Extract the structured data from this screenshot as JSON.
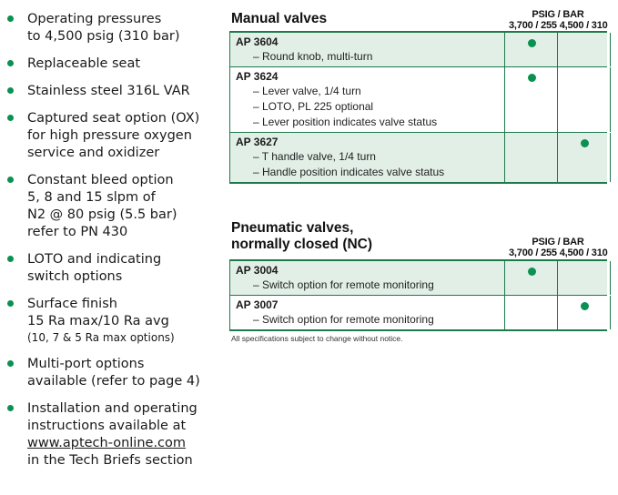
{
  "features": [
    {
      "lines": [
        "Operating pressures",
        "to 4,500 psig (310 bar)"
      ]
    },
    {
      "lines": [
        "Replaceable seat"
      ]
    },
    {
      "lines": [
        "Stainless steel 316L VAR"
      ]
    },
    {
      "lines": [
        "Captured seat option (OX)",
        "for high pressure oxygen",
        "service and oxidizer"
      ]
    },
    {
      "lines": [
        "Constant bleed option",
        "5, 8 and 15 slpm of",
        "N2 @ 80 psig (5.5 bar)",
        "refer to PN 430"
      ]
    },
    {
      "lines": [
        "LOTO and indicating",
        "switch options"
      ]
    },
    {
      "lines": [
        "Surface finish",
        "15 Ra max/10 Ra avg"
      ],
      "small": "(10, 7 & 5 Ra max options)"
    },
    {
      "lines": [
        "Multi-port options",
        "available (refer to page 4)"
      ]
    },
    {
      "lines": [
        "Installation and operating",
        "instructions available at"
      ],
      "link": "www.aptech-online.com",
      "after": "in the Tech Briefs section"
    }
  ],
  "column_header": {
    "unit": "PSIG / BAR",
    "ratings": [
      "3,700 / 255",
      "4,500 / 310"
    ]
  },
  "manual": {
    "title": "Manual valves",
    "rows": [
      {
        "model": "AP 3604",
        "details": [
          "– Round knob, multi-turn"
        ],
        "marks": [
          true,
          false
        ]
      },
      {
        "model": "AP 3624",
        "details": [
          "– Lever valve, 1/4 turn",
          "– LOTO, PL 225 optional",
          "– Lever position indicates valve status"
        ],
        "marks": [
          true,
          false
        ]
      },
      {
        "model": "AP 3627",
        "details": [
          "– T handle valve, 1/4 turn",
          "– Handle position indicates valve status"
        ],
        "marks": [
          false,
          true
        ]
      }
    ]
  },
  "pneumatic": {
    "title_line1": "Pneumatic valves,",
    "title_line2": "normally closed (NC)",
    "rows": [
      {
        "model": "AP 3004",
        "details": [
          "– Switch option for remote monitoring"
        ],
        "marks": [
          true,
          false
        ]
      },
      {
        "model": "AP 3007",
        "details": [
          "– Switch option for remote monitoring"
        ],
        "marks": [
          false,
          true
        ]
      }
    ]
  },
  "footnote": "All specifications subject to change without notice.",
  "colors": {
    "accent": "#0a9152",
    "rule": "#1e7a4d",
    "shade": "#e2efe7"
  }
}
